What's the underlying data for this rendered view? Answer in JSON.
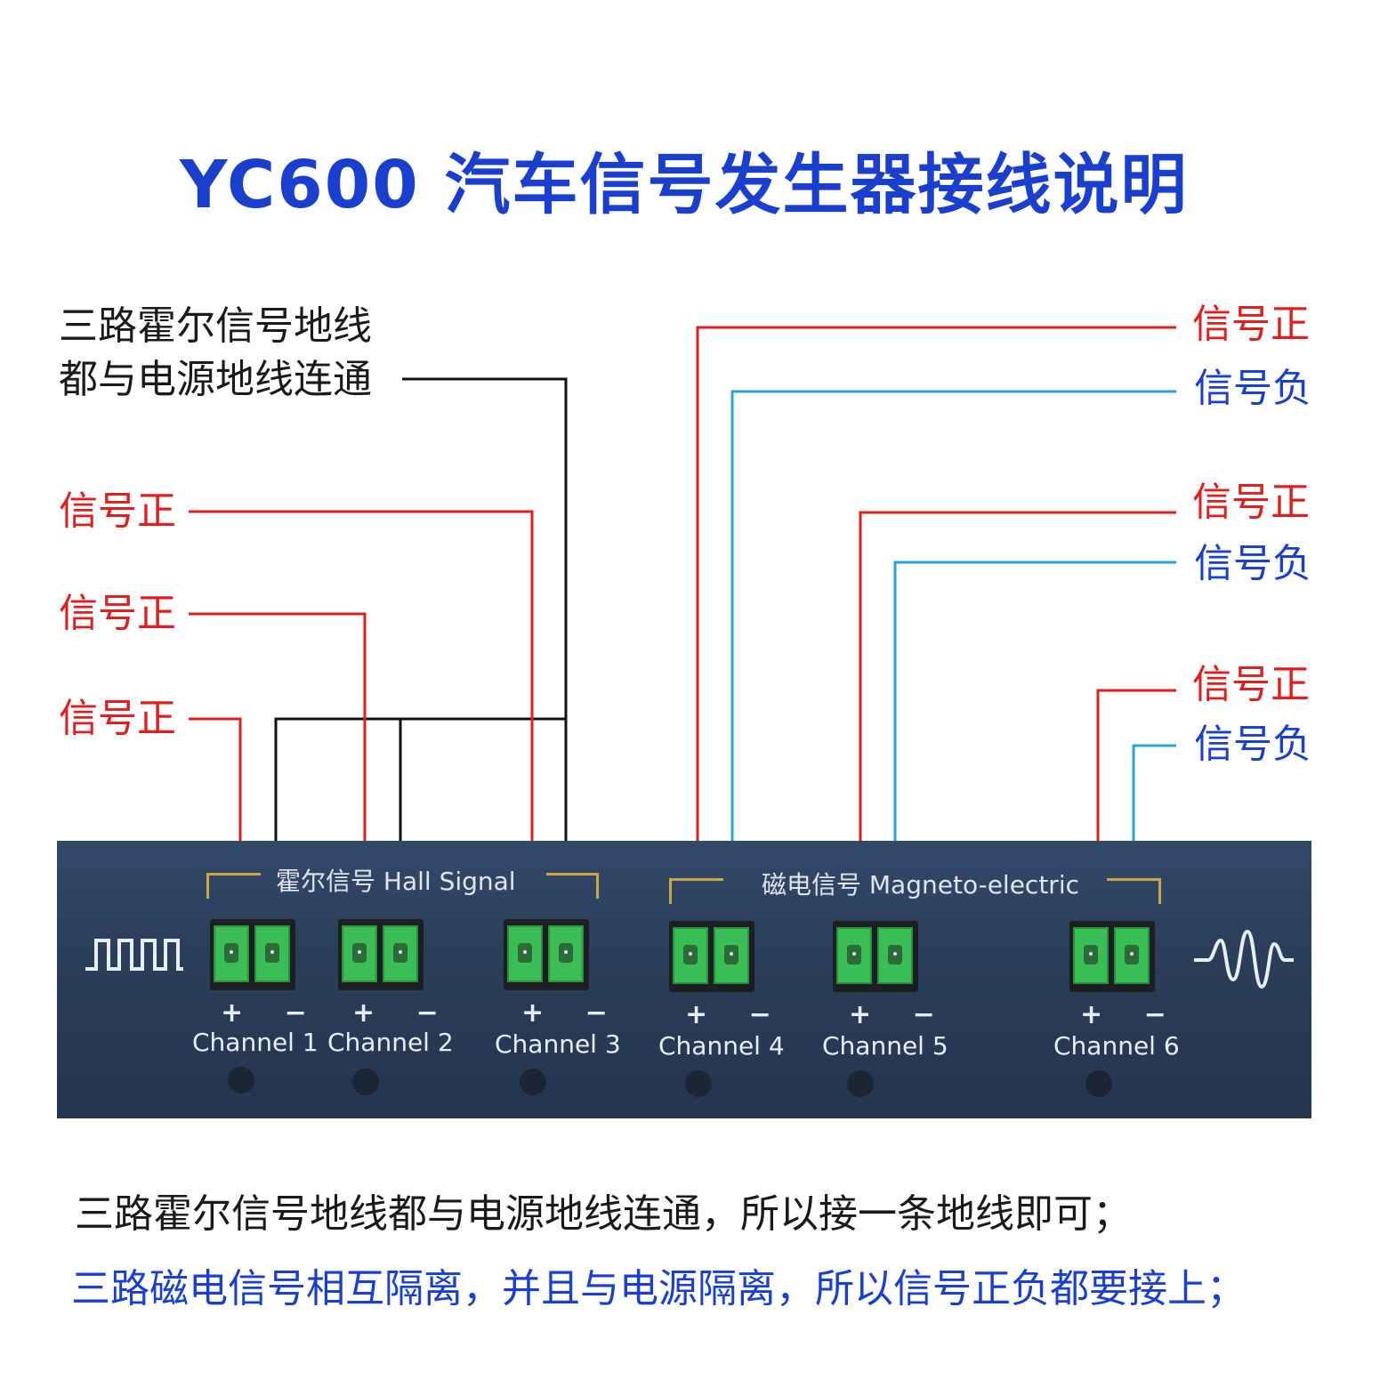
{
  "title": "YC600 汽车信号发生器接线说明",
  "colors": {
    "title": "#1a3fcf",
    "red_wire": "#e01e1e",
    "blue_wire": "#2aa3d6",
    "black_wire": "#111111",
    "panel": "#2b3f5c",
    "terminal": "#3bbd55"
  },
  "ground_note": [
    "三路霍尔信号地线",
    "都与电源地线连通"
  ],
  "left_labels": [
    "信号正",
    "信号正",
    "信号正"
  ],
  "right_labels": [
    {
      "text": "信号正",
      "polarity": "positive"
    },
    {
      "text": "信号负",
      "polarity": "negative"
    },
    {
      "text": "信号正",
      "polarity": "positive"
    },
    {
      "text": "信号负",
      "polarity": "negative"
    },
    {
      "text": "信号正",
      "polarity": "positive"
    },
    {
      "text": "信号负",
      "polarity": "negative"
    }
  ],
  "panel": {
    "hall_caption": "霍尔信号  Hall Signal",
    "magneto_caption": "磁电信号  Magneto-electric",
    "polarity": "+ −",
    "channels": [
      "Channel 1",
      "Channel 2",
      "Channel 3",
      "Channel 4",
      "Channel 5",
      "Channel 6"
    ],
    "left_icon": "square-wave-icon",
    "right_icon": "sine-wave-icon"
  },
  "notes": {
    "hall": "三路霍尔信号地线都与电源地线连通，所以接一条地线即可；",
    "magneto": "三路磁电信号相互隔离，并且与电源隔离，所以信号正负都要接上；"
  }
}
